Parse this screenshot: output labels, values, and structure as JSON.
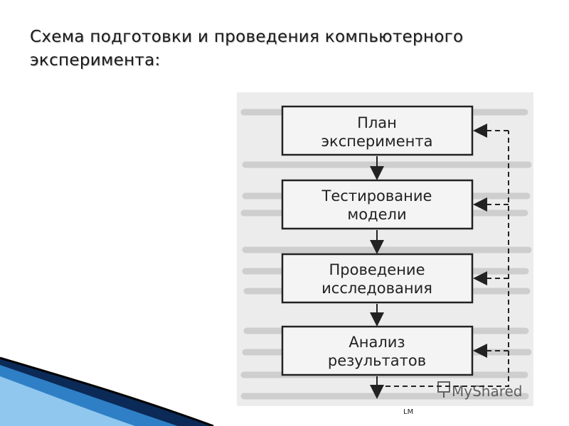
{
  "slide": {
    "title_line1": "Схема подготовки и проведения компьютерного",
    "title_line2": "эксперимента:",
    "footer_mark": "LM"
  },
  "diagram": {
    "steps": [
      {
        "line1": "План",
        "line2": "эксперимента"
      },
      {
        "line1": "Тестирование",
        "line2": "модели"
      },
      {
        "line1": "Проведение",
        "line2": "исследования"
      },
      {
        "line1": "Анализ",
        "line2": "результатов"
      }
    ],
    "watermark": "MyShared"
  },
  "colors": {
    "scan_bg": "#ededed",
    "ink": "#222222",
    "accent_dark": "#0b2a57",
    "accent_light": "#4aa0dc"
  }
}
